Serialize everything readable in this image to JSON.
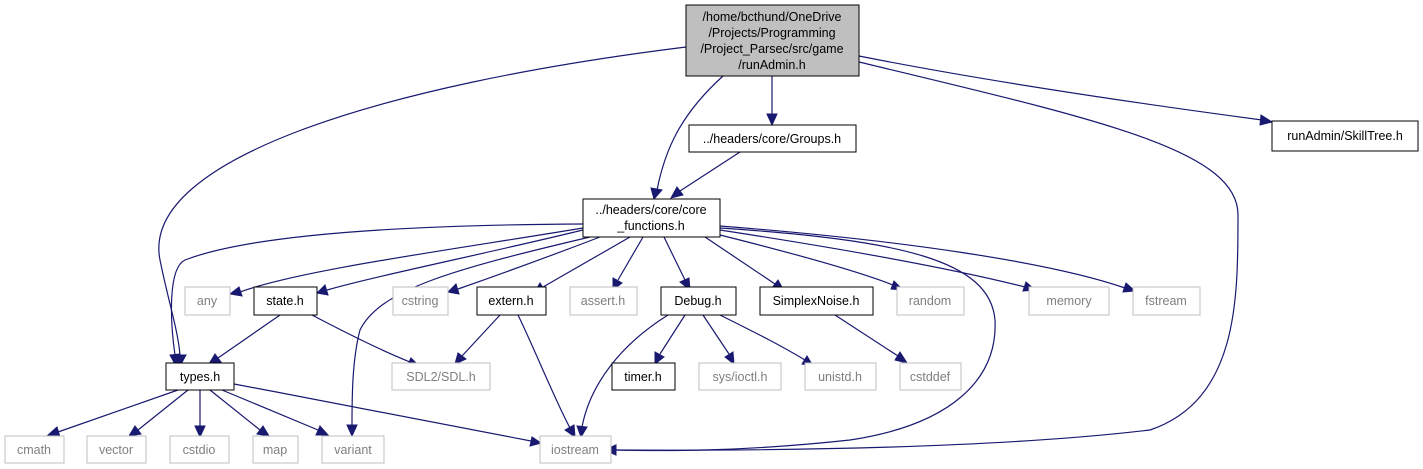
{
  "colors": {
    "edge": "#191970",
    "root_fill": "#bfbfbf",
    "project_border": "#000000",
    "system_border": "#bfbfbf",
    "system_text": "#7f7f7f"
  },
  "nodes": {
    "root": [
      "/home/bcthund/OneDrive",
      "/Projects/Programming",
      "/Project_Parsec/src/game",
      "/runAdmin.h"
    ],
    "groups": [
      "../headers/core/Groups.h"
    ],
    "skilltree": [
      "runAdmin/SkillTree.h"
    ],
    "core": [
      "../headers/core/core",
      "_functions.h"
    ],
    "any": [
      "any"
    ],
    "state": [
      "state.h"
    ],
    "cstring": [
      "cstring"
    ],
    "extern": [
      "extern.h"
    ],
    "assert": [
      "assert.h"
    ],
    "debug": [
      "Debug.h"
    ],
    "simplexnoise": [
      "SimplexNoise.h"
    ],
    "random": [
      "random"
    ],
    "memory": [
      "memory"
    ],
    "fstream": [
      "fstream"
    ],
    "types": [
      "types.h"
    ],
    "sdl": [
      "SDL2/SDL.h"
    ],
    "timer": [
      "timer.h"
    ],
    "ioctl": [
      "sys/ioctl.h"
    ],
    "unistd": [
      "unistd.h"
    ],
    "cstddef": [
      "cstddef"
    ],
    "cmath": [
      "cmath"
    ],
    "vector": [
      "vector"
    ],
    "cstdio": [
      "cstdio"
    ],
    "map": [
      "map"
    ],
    "variant": [
      "variant"
    ],
    "iostream": [
      "iostream"
    ]
  }
}
